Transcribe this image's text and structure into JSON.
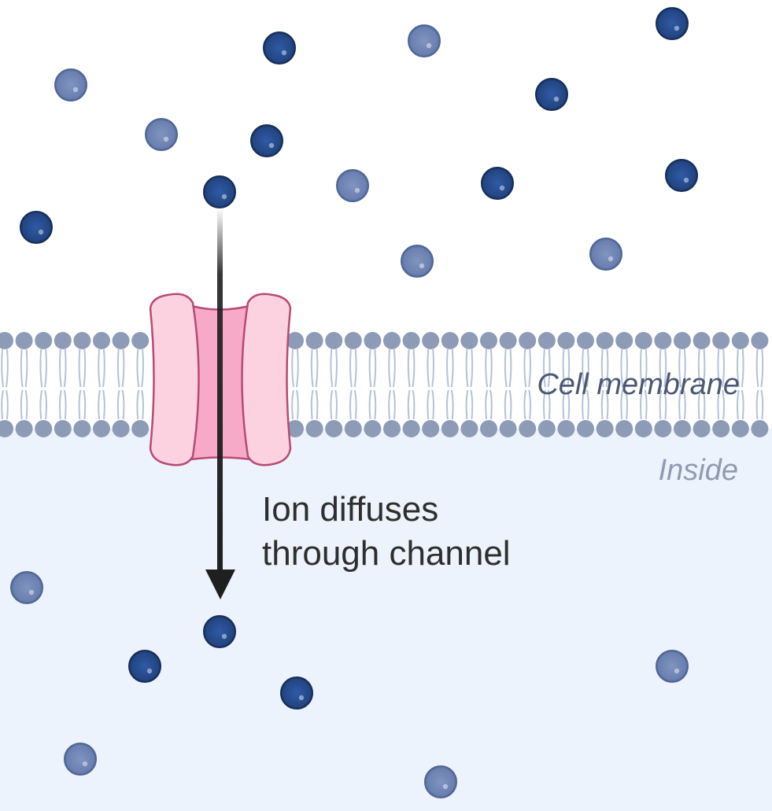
{
  "labels": {
    "membrane": "Cell membrane",
    "inside": "Inside",
    "caption_line1": "Ion diffuses",
    "caption_line2": "through channel"
  },
  "colors": {
    "outside_bg": "#ffffff",
    "inside_bg": "#edf3fc",
    "ion_dark": "#264a8f",
    "ion_light": "#7086b5",
    "head": "#8e9bb6",
    "tail": "#b3c2da",
    "channel_fill": "#fcd2e1",
    "channel_core": "#f6aac8",
    "channel_stroke": "#b84a74",
    "arrow": "#1f1f1f"
  },
  "icons": {
    "ion": "sphere-ion",
    "channel": "ion-channel-protein",
    "arrow": "down-arrow"
  }
}
